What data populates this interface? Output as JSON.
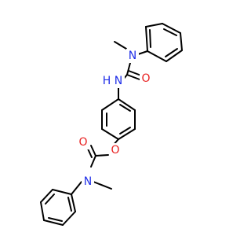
{
  "molecule": {
    "element_colors": {
      "N": "#1f2ee8",
      "O": "#e81f1f",
      "C": "#000000"
    },
    "atom_labels": {
      "urea_n_methyl": "N",
      "urea_carbonyl_o": "O",
      "urea_nh": "N",
      "urea_nh_h": "H",
      "ester_o": "O",
      "carbamate_carbonyl_o": "O",
      "carbamate_n_methyl": "N"
    }
  }
}
